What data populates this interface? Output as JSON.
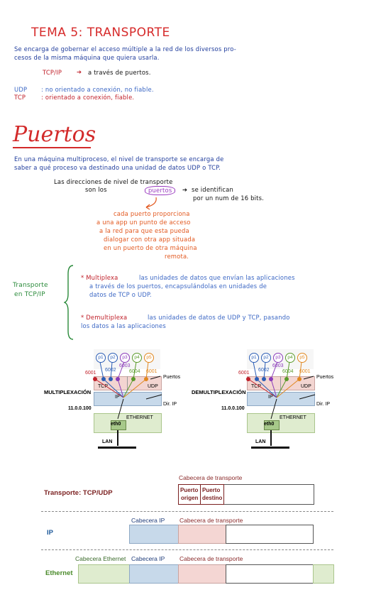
{
  "title": "TEMA 5: TRANSPORTE",
  "intro": {
    "line1": "Se encarga de gobernar el acceso múltiple a la red de los diversos pro-",
    "line2": "cesos de la misma máquina que quiera usarla.",
    "tcpip": "TCP/IP",
    "tcpip_rest": "a través de puertos.",
    "udp_label": "UDP",
    "udp_desc": ": no orientado a conexión, no fiable.",
    "tcp_label": "TCP",
    "tcp_desc": ": orientado a conexión, fiable."
  },
  "puertos": {
    "heading": "Puertos",
    "para1": "En una máquina multiproceso, el nivel de transporte se encarga de",
    "para2": "saber a qué proceso va destinado una unidad de datos UDP o TCP.",
    "dir1": "Las direcciones de nivel de transporte",
    "dir2a": "son los",
    "dir2b": "puertos",
    "dir2c": "se identifican",
    "dir3": "por un num de 16 bits.",
    "note": [
      "cada puerto proporciona",
      "a una app un punto de acceso",
      "a la red para que esta pueda",
      "dialogar con otra app situada",
      "en un puerto de otra máquina",
      "remota."
    ]
  },
  "transporte_tcpip": {
    "label1": "Transporte",
    "label2": "en TCP/IP",
    "mux_title": "* Multiplexa",
    "mux_lines": [
      "las unidades de datos que envían las aplicaciones",
      "a través de los puertos, encapsulándolas en unidades de",
      "datos de TCP o UDP."
    ],
    "demux_title": "* Demultiplexa",
    "demux_lines": [
      "las unidades de datos de UDP y TCP, pasando",
      "los datos a las aplicaciones"
    ]
  },
  "diagrams": [
    {
      "name": "MULTIPLEXACIÓN"
    },
    {
      "name": "DEMULTIPLEXACIÓN"
    }
  ],
  "diagram_labels": {
    "procs": [
      "p1",
      "p2",
      "p3",
      "p4",
      "p5"
    ],
    "ports": [
      "6001",
      "6002",
      "6003",
      "6004",
      "6001"
    ],
    "puertos": "Puertos",
    "tcp": "TCP",
    "udp": "UDP",
    "ip": "IP",
    "dir_ip": "Dir. IP",
    "ip_addr": "11.0.0.100",
    "ethernet": "ETHERNET",
    "eth0": "eth0",
    "lan": "LAN"
  },
  "encapsulation": {
    "transporte": "Transporte: TCP/UDP",
    "ip": "IP",
    "ethernet": "Ethernet",
    "cab_transporte": "Cabecera de transporte",
    "puerto_origen": [
      "Puerto",
      "origen"
    ],
    "puerto_destino": [
      "Puerto",
      "destino"
    ],
    "cab_ip": "Cabecera  IP",
    "cab_ethernet": "Cabecera  Ethernet"
  },
  "colors": {
    "title_red": "#d62a2a",
    "blue_ink": "#1f3c9c",
    "orange_ink": "#e2581f",
    "green_ink": "#2a8a3a",
    "ip_blue": "#c7d9ea",
    "transport_pink": "#f4d6d3",
    "eth_green": "#dfeccf"
  }
}
